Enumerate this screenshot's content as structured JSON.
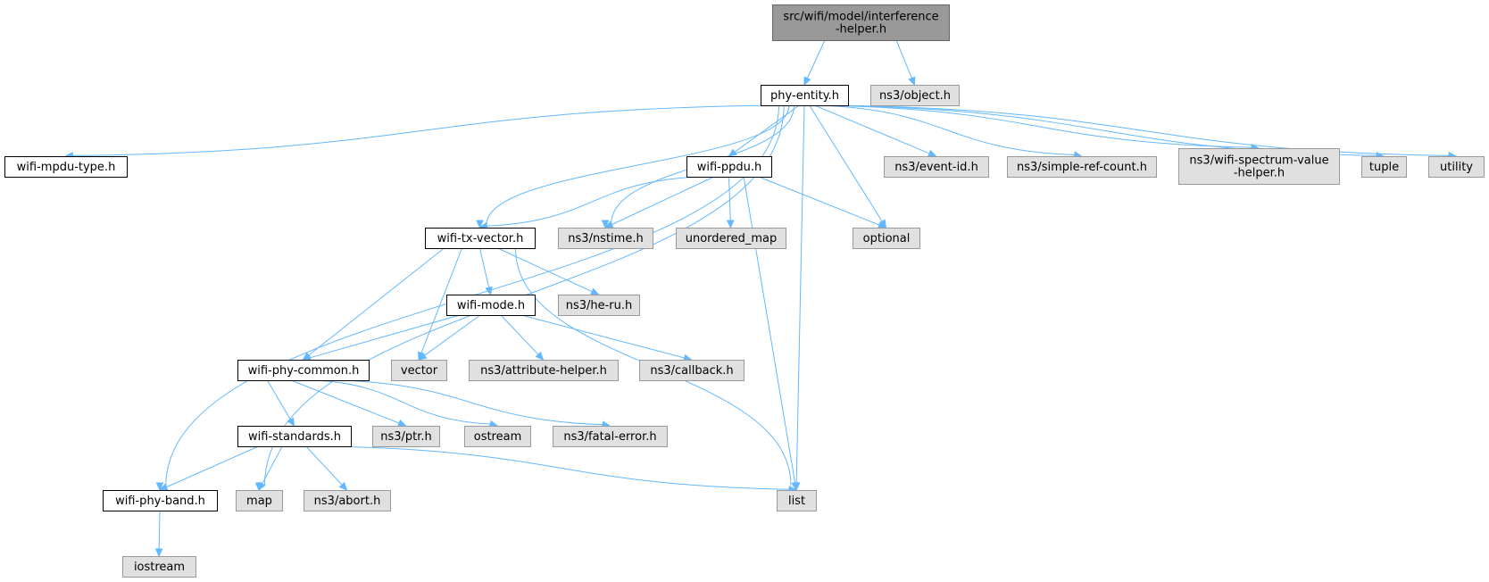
{
  "colors": {
    "root_fill": "#999999",
    "root_stroke": "#666666",
    "doc_fill": "#ffffff",
    "doc_stroke": "#000000",
    "ext_fill": "#e0e0e0",
    "ext_stroke": "#999999",
    "edge": "#63b8ff"
  },
  "nodes": [
    {
      "id": "n0",
      "kind": "root",
      "lines": [
        "src/wifi/model/interference",
        "-helper.h"
      ]
    },
    {
      "id": "n1",
      "kind": "doc",
      "lines": [
        "phy-entity.h"
      ]
    },
    {
      "id": "n2",
      "kind": "ext",
      "lines": [
        "ns3/object.h"
      ]
    },
    {
      "id": "n3",
      "kind": "doc",
      "lines": [
        "wifi-mpdu-type.h"
      ]
    },
    {
      "id": "n4",
      "kind": "doc",
      "lines": [
        "wifi-ppdu.h"
      ]
    },
    {
      "id": "n5",
      "kind": "ext",
      "lines": [
        "ns3/event-id.h"
      ]
    },
    {
      "id": "n6",
      "kind": "ext",
      "lines": [
        "ns3/simple-ref-count.h"
      ]
    },
    {
      "id": "n7",
      "kind": "ext",
      "lines": [
        "ns3/wifi-spectrum-value",
        "-helper.h"
      ]
    },
    {
      "id": "n8",
      "kind": "ext",
      "lines": [
        "tuple"
      ]
    },
    {
      "id": "n9",
      "kind": "ext",
      "lines": [
        "utility"
      ]
    },
    {
      "id": "n10",
      "kind": "doc",
      "lines": [
        "wifi-tx-vector.h"
      ]
    },
    {
      "id": "n11",
      "kind": "ext",
      "lines": [
        "ns3/nstime.h"
      ]
    },
    {
      "id": "n12",
      "kind": "ext",
      "lines": [
        "unordered_map"
      ]
    },
    {
      "id": "n13",
      "kind": "ext",
      "lines": [
        "optional"
      ]
    },
    {
      "id": "n14",
      "kind": "doc",
      "lines": [
        "wifi-mode.h"
      ]
    },
    {
      "id": "n15",
      "kind": "ext",
      "lines": [
        "ns3/he-ru.h"
      ]
    },
    {
      "id": "n16",
      "kind": "doc",
      "lines": [
        "wifi-phy-common.h"
      ]
    },
    {
      "id": "n17",
      "kind": "ext",
      "lines": [
        "vector"
      ]
    },
    {
      "id": "n18",
      "kind": "ext",
      "lines": [
        "ns3/attribute-helper.h"
      ]
    },
    {
      "id": "n19",
      "kind": "ext",
      "lines": [
        "ns3/callback.h"
      ]
    },
    {
      "id": "n20",
      "kind": "doc",
      "lines": [
        "wifi-standards.h"
      ]
    },
    {
      "id": "n21",
      "kind": "ext",
      "lines": [
        "ns3/ptr.h"
      ]
    },
    {
      "id": "n22",
      "kind": "ext",
      "lines": [
        "ostream"
      ]
    },
    {
      "id": "n23",
      "kind": "ext",
      "lines": [
        "ns3/fatal-error.h"
      ]
    },
    {
      "id": "n24",
      "kind": "doc",
      "lines": [
        "wifi-phy-band.h"
      ]
    },
    {
      "id": "n25",
      "kind": "ext",
      "lines": [
        "map"
      ]
    },
    {
      "id": "n26",
      "kind": "ext",
      "lines": [
        "ns3/abort.h"
      ]
    },
    {
      "id": "n27",
      "kind": "ext",
      "lines": [
        "list"
      ]
    },
    {
      "id": "n28",
      "kind": "ext",
      "lines": [
        "iostream"
      ]
    }
  ],
  "edges": [
    [
      "n0",
      "n1"
    ],
    [
      "n0",
      "n2"
    ],
    [
      "n1",
      "n3"
    ],
    [
      "n1",
      "n4"
    ],
    [
      "n1",
      "n5"
    ],
    [
      "n1",
      "n6"
    ],
    [
      "n1",
      "n7"
    ],
    [
      "n1",
      "n8"
    ],
    [
      "n1",
      "n9"
    ],
    [
      "n1",
      "n10"
    ],
    [
      "n1",
      "n11"
    ],
    [
      "n1",
      "n13"
    ],
    [
      "n1",
      "n24"
    ],
    [
      "n1",
      "n25"
    ],
    [
      "n1",
      "n27"
    ],
    [
      "n4",
      "n10"
    ],
    [
      "n4",
      "n11"
    ],
    [
      "n4",
      "n12"
    ],
    [
      "n4",
      "n13"
    ],
    [
      "n4",
      "n27"
    ],
    [
      "n10",
      "n14"
    ],
    [
      "n10",
      "n15"
    ],
    [
      "n10",
      "n16"
    ],
    [
      "n10",
      "n17"
    ],
    [
      "n10",
      "n27"
    ],
    [
      "n14",
      "n16"
    ],
    [
      "n14",
      "n17"
    ],
    [
      "n14",
      "n18"
    ],
    [
      "n14",
      "n19"
    ],
    [
      "n16",
      "n20"
    ],
    [
      "n16",
      "n21"
    ],
    [
      "n16",
      "n22"
    ],
    [
      "n16",
      "n23"
    ],
    [
      "n20",
      "n24"
    ],
    [
      "n20",
      "n25"
    ],
    [
      "n20",
      "n26"
    ],
    [
      "n20",
      "n27"
    ],
    [
      "n24",
      "n28"
    ]
  ]
}
